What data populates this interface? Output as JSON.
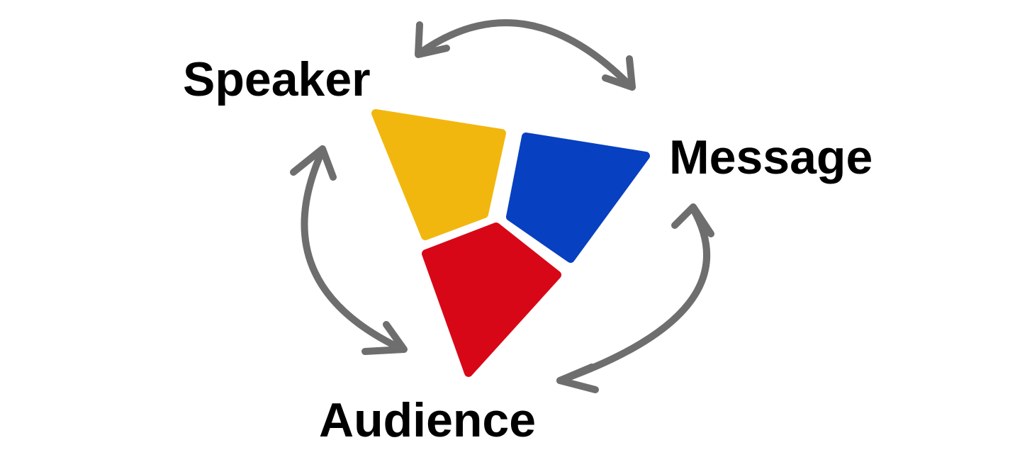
{
  "labels": {
    "speaker": "Speaker",
    "message": "Message",
    "audience": "Audience"
  },
  "colors": {
    "speaker": "#F2B70E",
    "message": "#0740C0",
    "audience": "#D80718",
    "arrow": "#6E6E6E",
    "text": "#000000",
    "background": "#FFFFFF"
  },
  "relationships": [
    {
      "from": "speaker",
      "to": "message",
      "bidirectional": true
    },
    {
      "from": "message",
      "to": "audience",
      "bidirectional": true
    },
    {
      "from": "audience",
      "to": "speaker",
      "bidirectional": true
    }
  ]
}
